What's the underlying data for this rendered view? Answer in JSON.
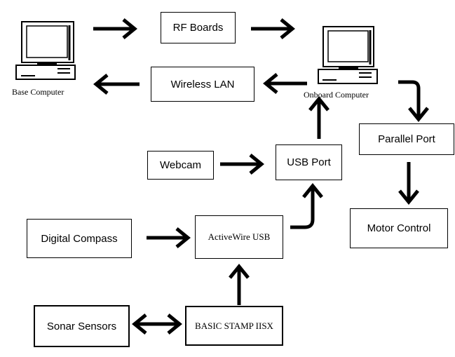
{
  "nodes": {
    "base_computer": "Base Computer",
    "onboard_computer": "Onboard Computer",
    "rf_boards": "RF Boards",
    "wireless_lan": "Wireless LAN",
    "parallel_port": "Parallel Port",
    "motor_control": "Motor Control",
    "webcam": "Webcam",
    "usb_port": "USB Port",
    "digital_compass": "Digital Compass",
    "activewire_usb": "ActiveWire USB",
    "sonar_sensors": "Sonar Sensors",
    "basic_stamp": "BASIC STAMP IISX"
  },
  "icons": {
    "base_computer": "desktop-computer-icon",
    "onboard_computer": "desktop-computer-icon"
  },
  "colors": {
    "line": "#000000",
    "background": "#ffffff"
  }
}
